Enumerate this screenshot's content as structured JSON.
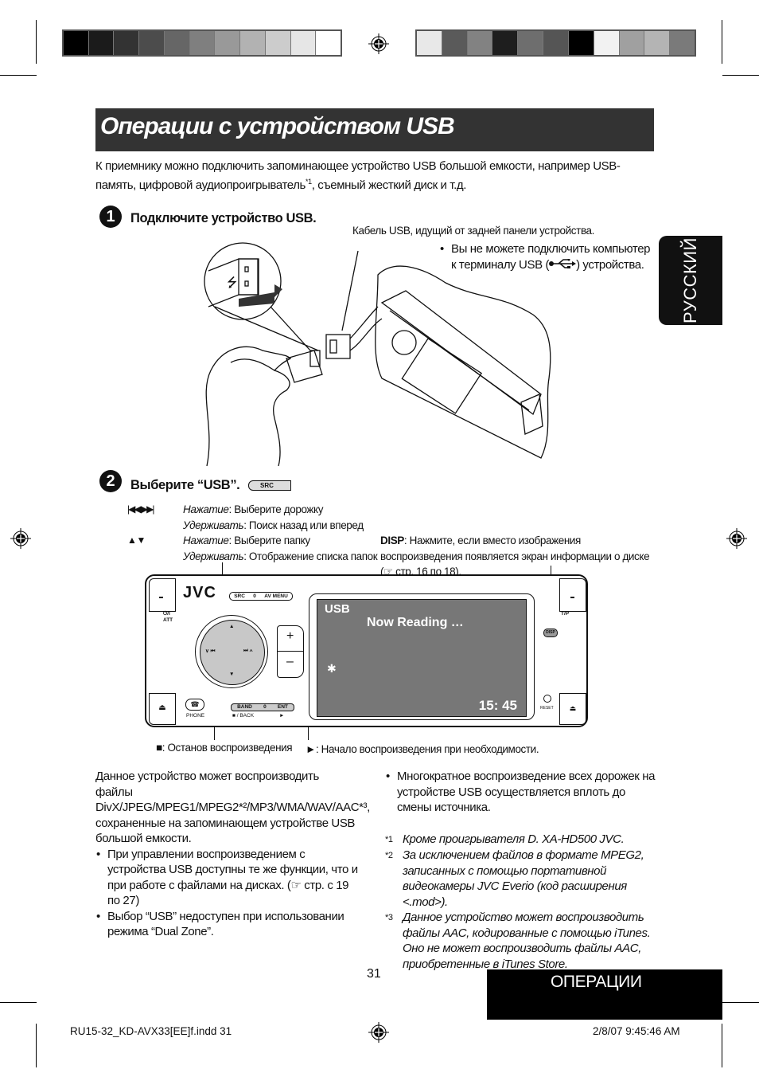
{
  "printer_marks": {
    "left_bar_shades": [
      "#000000",
      "#1b1b1b",
      "#333333",
      "#4c4c4c",
      "#666666",
      "#7f7f7f",
      "#999999",
      "#b2b2b2",
      "#cccccc",
      "#e6e6e6",
      "#ffffff"
    ],
    "right_bar_shades": [
      "#e8e8e8",
      "#5a5a5a",
      "#828282",
      "#1e1e1e",
      "#6e6e6e",
      "#555555",
      "#000000",
      "#f2f2f2",
      "#a0a0a0",
      "#b4b4b4",
      "#7a7a7a"
    ]
  },
  "header": {
    "title": "Операции с устройством USB"
  },
  "intro": {
    "text": "К приемнику можно подключить запоминающее устройство USB большой емкости, например USB-память, цифровой аудиопроигрыватель",
    "footnote_ref": "*1",
    "text_end": ", съемный жесткий диск и т.д."
  },
  "language_tab": {
    "label": "РУССКИЙ"
  },
  "step1": {
    "number": "1",
    "title": "Подключите устройство USB.",
    "cable_caption": "Кабель USB, идущий от задней панели устройства.",
    "note_prefix": "Вы не можете подключить компьютер к терминалу USB (",
    "note_suffix": ") устройства."
  },
  "step2": {
    "number": "2",
    "title": "Выберите “USB”.",
    "src_button_label": "SRC",
    "controls": [
      {
        "icon": "skip-prev-next-icon",
        "symbol": "⏮ ⏭",
        "press_label": "Нажатие",
        "press_text": ": Выберите дорожку",
        "hold_label": "Удерживать",
        "hold_text": ": Поиск назад или вперед"
      },
      {
        "icon": "up-down-icon",
        "symbol": "▲▼",
        "press_label": "Нажатие",
        "press_text": ": Выберите папку",
        "hold_label": "Удерживать",
        "hold_text": ": Отображение списка папок"
      }
    ],
    "disp_label": "DISP",
    "disp_text": ": Нажмите, если вместо изображения воспроизведения появляется экран информации о диске (☞ стр. 16 по 18)."
  },
  "device": {
    "brand": "JVC",
    "src_av_menu": [
      "SRC",
      "AV MENU"
    ],
    "power_label": "⏻/I",
    "att_label": "ATT",
    "tp_label": "T/P",
    "dial_left": "∨ ⏮",
    "dial_right": "⏭ ∧",
    "vol_plus": "+",
    "vol_minus": "–",
    "phone_label": "PHONE",
    "band_ent": [
      "BAND",
      "ENT"
    ],
    "back_label": "■ / BACK",
    "play_label": "►",
    "disp_button": "DISP",
    "reset_label": "RESET",
    "screen": {
      "source": "USB",
      "status": "Now Reading …",
      "bluetooth_icon": "✱",
      "clock": "15: 45"
    }
  },
  "callouts": {
    "stop": "■: Останов воспроизведения",
    "play": "►: Начало воспроизведения при необходимости."
  },
  "body_left": {
    "para": "Данное устройство может воспроизводить файлы DivX/JPEG/MPEG1/MPEG2*²/MP3/WMA/WAV/AAC*³, сохраненные на запоминающем устройстве USB большой емкости.",
    "bullets": [
      "При управлении воспроизведением с устройства USB доступны те же функции, что и при работе с файлами на дисках. (☞ стр. с 19 по 27)",
      "Выбор “USB” недоступен при использовании режима “Dual Zone”."
    ]
  },
  "body_right": {
    "bullets": [
      "Многократное воспроизведение всех дорожек на устройстве USB осуществляется вплоть до смены источника."
    ],
    "footnotes": [
      {
        "mark": "*1",
        "text": "Кроме проигрывателя D. XA-HD500 JVC."
      },
      {
        "mark": "*2",
        "text": "За исключением файлов в формате MPEG2, записанных с помощью портативной видеокамеры JVC Everio (код расширения <.mod>)."
      },
      {
        "mark": "*3",
        "text": "Данное устройство может воспроизводить файлы AAC, кодированные с помощью iTunes. Оно не может воспроизводить файлы AAC, приобретенные в iTunes Store."
      }
    ]
  },
  "page_number": "31",
  "section_tab": {
    "label": "ОПЕРАЦИИ"
  },
  "slug": {
    "file": "RU15-32_KD-AVX33[EE]f.indd   31",
    "timestamp": "2/8/07   9:45:46 AM"
  }
}
